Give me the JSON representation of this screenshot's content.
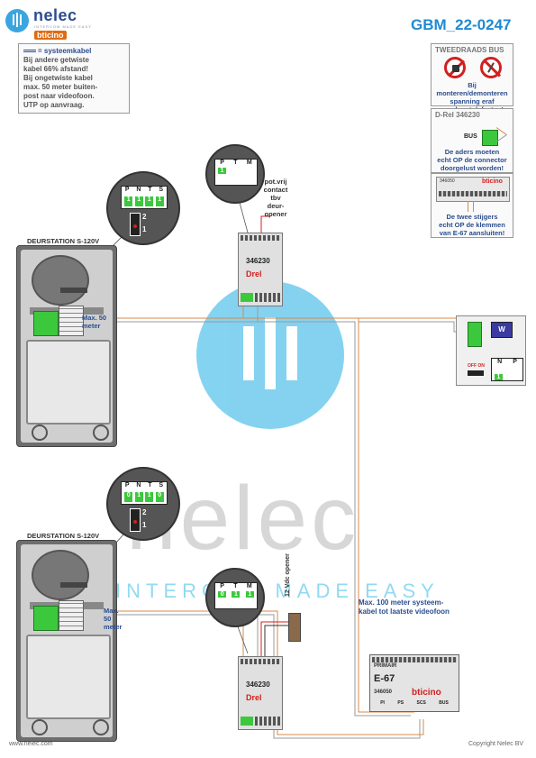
{
  "brand": {
    "name": "nelec",
    "tagline": "INTERCOM MADE EASY",
    "sub": "bticino"
  },
  "doc_id": "GBM_22-0247",
  "note": {
    "heading": "= systeemkabel",
    "lines": [
      "Bij andere getwiste",
      "kabel 66% afstand!",
      "Bij ongetwiste kabel",
      "max. 50 meter buiten-",
      "post naar videofoon.",
      "UTP op aanvraag."
    ]
  },
  "bus_panel": {
    "title": "TWEEDRAADS BUS",
    "warning": [
      "Bij monteren/demonteren",
      "spanning eraf",
      "voorkomt defecten!"
    ]
  },
  "drel_panel": {
    "title": "D-Rel 346230",
    "bus_label": "BUS",
    "text": [
      "De aders moeten",
      "echt OP de connector",
      "doorgelust worden!"
    ]
  },
  "e67_panel": {
    "module_code": "346050",
    "brand": "bticino",
    "text": [
      "De twee stijgers",
      "echt OP de klemmen",
      "van E-67 aansluiten!"
    ]
  },
  "door_stations": [
    {
      "title": "DEURSTATION S-120V",
      "distance": "Max. 50 meter"
    },
    {
      "title": "DEURSTATION S-120V",
      "distance": "Max. 50 meter"
    }
  ],
  "dip_settings": [
    {
      "headers": [
        "P",
        "N",
        "T",
        "S"
      ],
      "values": [
        "1",
        "1",
        "1",
        "1"
      ],
      "jumper": [
        "2",
        "1"
      ]
    },
    {
      "headers": [
        "P",
        "N",
        "T",
        "S"
      ],
      "values": [
        "0",
        "1",
        "1",
        "0"
      ],
      "jumper": [
        "2",
        "1"
      ]
    }
  ],
  "relay_settings": [
    {
      "headers": [
        "P",
        "T",
        "M"
      ],
      "values": [
        "1"
      ]
    },
    {
      "headers": [
        "P",
        "T",
        "M"
      ],
      "values": [
        "0",
        "1",
        "1"
      ]
    }
  ],
  "relays": [
    {
      "code": "346230",
      "brand": "Drel"
    },
    {
      "code": "346230",
      "brand": "Drel"
    }
  ],
  "contact_label": [
    "pot.vrij",
    "contact",
    "tbv",
    "deur-",
    "opener"
  ],
  "opener_label": "12 Vdc opener",
  "monitor": {
    "switch_label": "OFF ON",
    "headers": [
      "N",
      "P"
    ],
    "value": "1",
    "screen": "W"
  },
  "distance_note": [
    "Max. 100 meter systeem-",
    "kabel tot laatste videofoon"
  ],
  "power_supply": {
    "label": "PRIMAIR",
    "model": "E-67",
    "code": "346050",
    "brand": "bticino",
    "terminals": [
      "PI",
      "PS",
      "SCS",
      "BUS"
    ]
  },
  "watermark": {
    "text": "nelec",
    "tagline": "INTERCOM MADE EASY"
  },
  "footer": {
    "left": "www.nelec.com",
    "right": "Copyright Nelec BV"
  },
  "colors": {
    "brand_blue": "#2b4d8f",
    "accent_blue": "#1f8ad4",
    "orange": "#e06a12",
    "green": "#3cc83c",
    "wire_orange": "#d98a4a",
    "wire_grey": "#9a9a9a"
  }
}
